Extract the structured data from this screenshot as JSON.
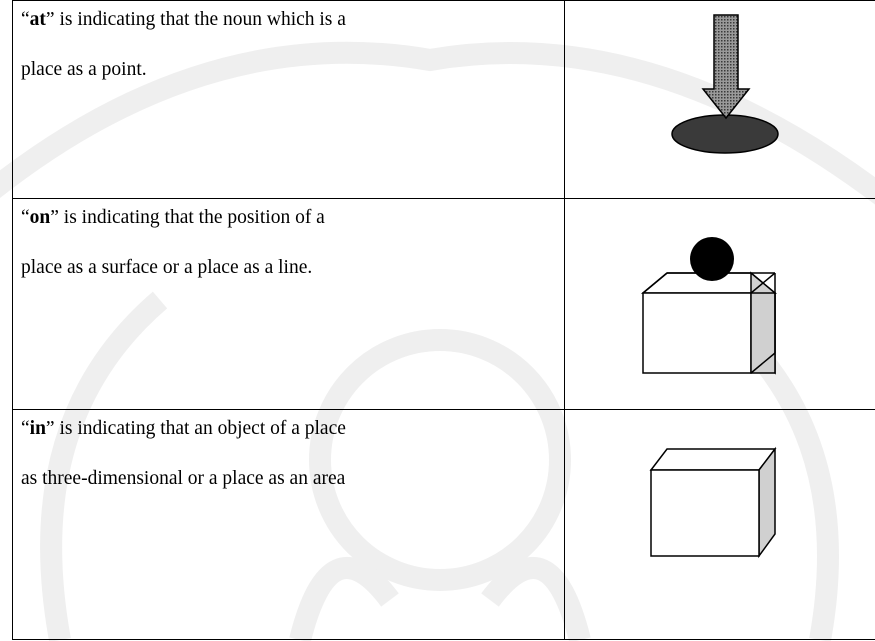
{
  "rows": [
    {
      "keyword": "at",
      "rest_line1": " is indicating that the noun which is a",
      "line2": "place as a point.",
      "icon": "arrow-down-onto-ellipse"
    },
    {
      "keyword": "on",
      "rest_line1": " is indicating that the position of a",
      "line2": "place as a surface or a place as a line.",
      "icon": "sphere-on-cube"
    },
    {
      "keyword": "in",
      "rest_line1": " is indicating that an object of a place",
      "line2": "as three-dimensional or a place as an area",
      "icon": "cube"
    }
  ],
  "quote_open": "“",
  "quote_close": "”",
  "colors": {
    "fill_gray": "#d0d0d0",
    "fill_dark": "#3a3a3a",
    "line": "#000000"
  }
}
